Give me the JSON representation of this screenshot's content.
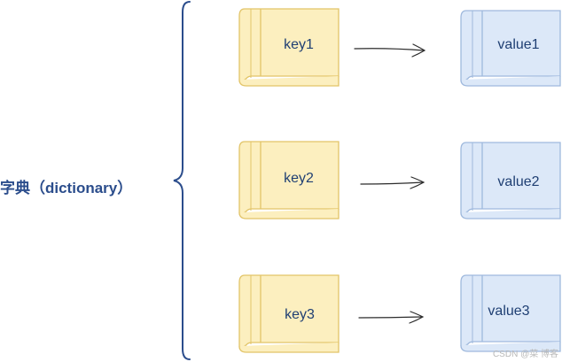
{
  "title": "字典（dictionary）",
  "keys": [
    "key1",
    "key2",
    "key3"
  ],
  "values": [
    "value1",
    "value2",
    "value3"
  ],
  "watermark": "CSDN @菜 博客",
  "colors": {
    "key_fill": "#fcefbf",
    "key_stroke": "#e2c468",
    "value_fill": "#dce8f8",
    "value_stroke": "#9fb9dd",
    "brace": "#2b4d8c",
    "arrow": "#2b2b2b",
    "text": "#1f3f73"
  }
}
